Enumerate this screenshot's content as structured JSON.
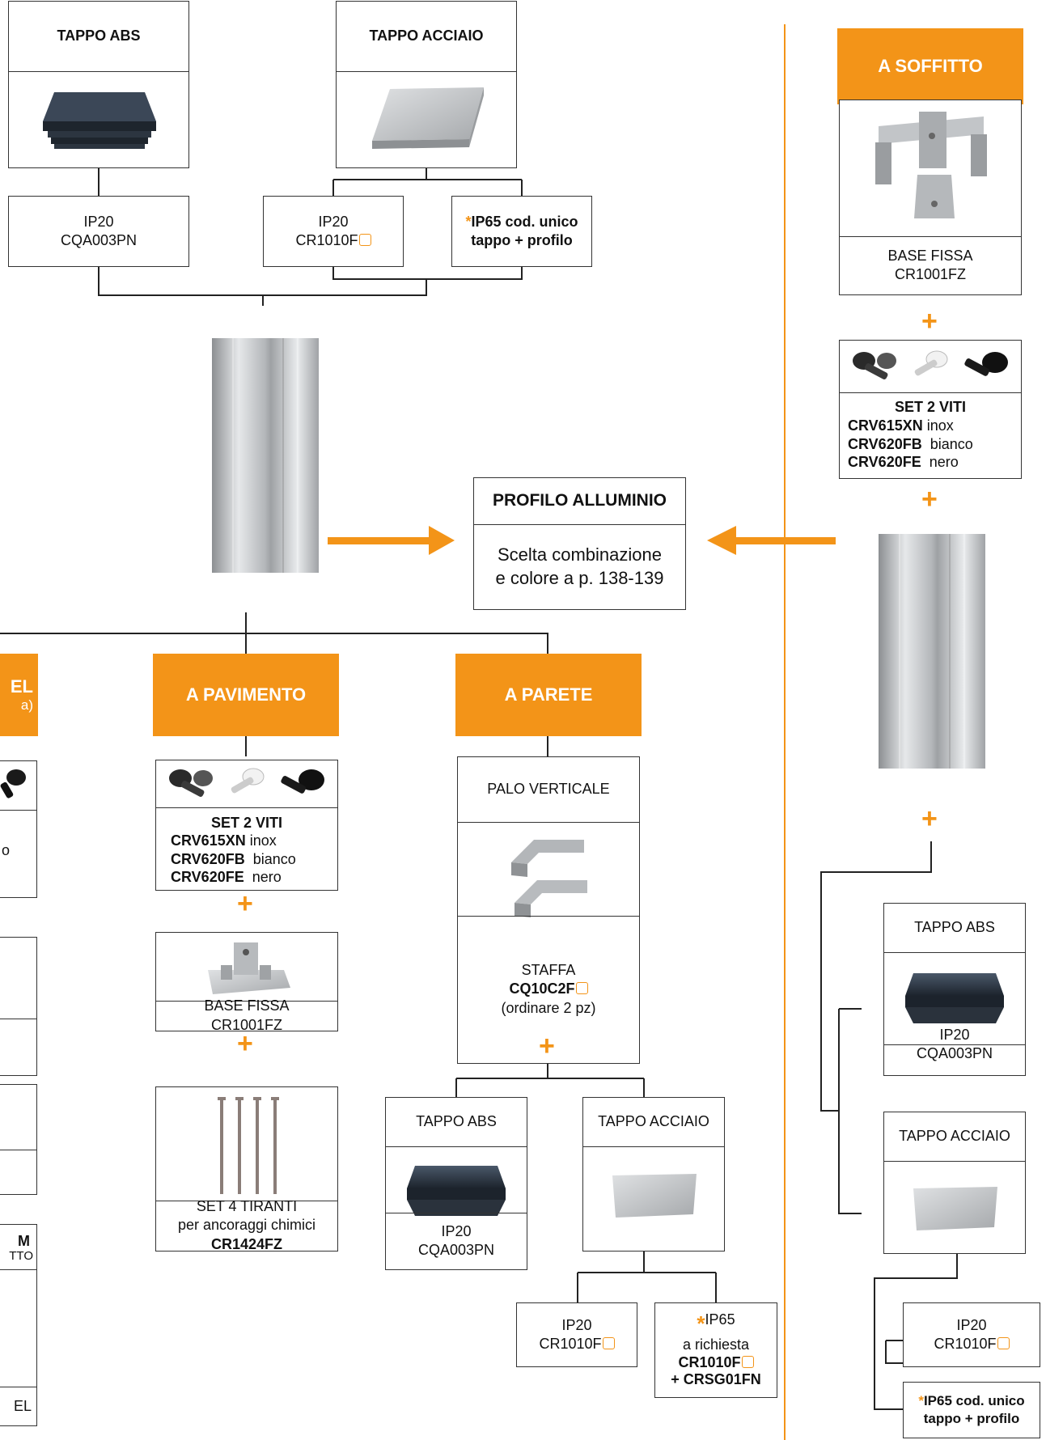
{
  "top_caps": {
    "abs": {
      "title": "TAPPO ABS",
      "ip": "IP20",
      "code": "CQA003PN"
    },
    "steel": {
      "title": "TAPPO ACCIAIO",
      "ip20": "IP20",
      "ip20_code": "CR1010F",
      "ip65_star": "*",
      "ip65_line1": "IP65 cod. unico",
      "ip65_line2": "tappo + profilo"
    }
  },
  "profile": {
    "title": "PROFILO ALLUMINIO",
    "line1": "Scelta combinazione",
    "line2": "e colore a p. 138-139"
  },
  "left_partial": {
    "header_line1": "EL",
    "header_line2": "a)",
    "text_o": "o",
    "box_a_line1": "M",
    "box_a_line2": "TTO",
    "box_a_footer": "EL"
  },
  "pavimento": {
    "title": "A PAVIMENTO",
    "screws": {
      "title": "SET 2 VITI",
      "rows": [
        {
          "code": "CRV615XN",
          "color": "inox"
        },
        {
          "code": "CRV620FB",
          "color": "bianco"
        },
        {
          "code": "CRV620FE",
          "color": "nero"
        }
      ]
    },
    "plus1": "+",
    "base": {
      "line1": "BASE FISSA",
      "line2": "CR1001FZ"
    },
    "plus2": "+",
    "tiranti": {
      "line1": "SET 4 TIRANTI",
      "line2": "per ancoraggi chimici",
      "line3": "CR1424FZ"
    }
  },
  "parete": {
    "title": "A PARETE",
    "pole": "PALO VERTICALE",
    "bracket": {
      "line1": "STAFFA",
      "code": "CQ10C2F",
      "line3": "(ordinare 2 pz)"
    },
    "plus": "+",
    "abs": {
      "title": "TAPPO ABS",
      "ip": "IP20",
      "code": "CQA003PN"
    },
    "steel": {
      "title": "TAPPO ACCIAIO"
    },
    "ip20": {
      "ip": "IP20",
      "code": "CR1010F"
    },
    "ip65": {
      "star": "*",
      "line1": "IP65",
      "line2": "a richiesta",
      "line3": "CR1010F",
      "line4": "+ CRSG01FN"
    }
  },
  "soffitto": {
    "title": "A SOFFITTO",
    "base": {
      "line1": "BASE FISSA",
      "line2": "CR1001FZ"
    },
    "plus1": "+",
    "screws": {
      "title": "SET 2 VITI",
      "rows": [
        {
          "code": "CRV615XN",
          "color": "inox"
        },
        {
          "code": "CRV620FB",
          "color": "bianco"
        },
        {
          "code": "CRV620FE",
          "color": "nero"
        }
      ]
    },
    "plus2": "+",
    "plus3": "+",
    "abs": {
      "title": "TAPPO ABS",
      "ip": "IP20",
      "code": "CQA003PN"
    },
    "steel": {
      "title": "TAPPO ACCIAIO"
    },
    "ip20": {
      "ip": "IP20",
      "code": "CR1010F"
    },
    "ip65": {
      "star": "*",
      "line1": "IP65 cod. unico",
      "line2": "tappo + profilo"
    }
  },
  "colors": {
    "accent": "#F39418",
    "line": "#333333",
    "steel": "#b9bcbf"
  }
}
